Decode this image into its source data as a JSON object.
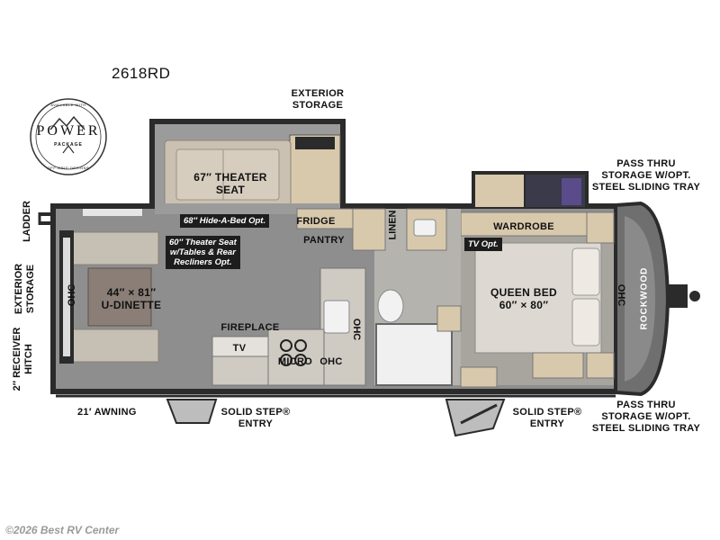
{
  "model": "2618RD",
  "logo": {
    "text": "POWER",
    "top_arc": "AVAILABLE WITH",
    "sub": "PACKAGE",
    "bottom_arc": "OFF-GRID OPTIONS"
  },
  "labels": {
    "exterior_storage_top": "EXTERIOR\nSTORAGE",
    "pass_thru_top": "PASS THRU\nSTORAGE W/OPT.\nSTEEL SLIDING TRAY",
    "pass_thru_bottom": "PASS THRU\nSTORAGE W/OPT.\nSTEEL SLIDING TRAY",
    "theater_seat": "67″ THEATER\nSEAT",
    "fridge": "FRIDGE",
    "pantry": "PANTRY",
    "linen": "LINEN",
    "wardrobe": "WARDROBE",
    "dinette": "44″ × 81″\nU-DINETTE",
    "ohc_left": "OHC",
    "ohc_kitchen": "OHC",
    "ohc_micro": "OHC",
    "ohc_right": "OHC",
    "queen_bed": "QUEEN BED\n60″ × 80″",
    "fireplace": "FIREPLACE",
    "tv": "TV",
    "micro": "MICRO",
    "awning": "21′ AWNING",
    "solid_step_1": "SOLID STEP®\nENTRY",
    "solid_step_2": "SOLID STEP®\nENTRY",
    "ladder": "LADDER",
    "exterior_storage_side": "EXTERIOR\nSTORAGE",
    "receiver_hitch": "2″ RECEIVER\nHITCH",
    "brand": "ROCKWOOD"
  },
  "option_tags": {
    "hide_a_bed": "68″ Hide-A-Bed Opt.",
    "theater_opt": "60″ Theater Seat\nw/Tables & Rear\nRecliners Opt.",
    "tv_opt": "TV Opt."
  },
  "watermark": "©2026 Best RV Center",
  "colors": {
    "floor": "#8f8f8f",
    "wood": "#d6c7ad",
    "fabric": "#c9bfb0",
    "wall": "#2b2b2b",
    "tag_bg": "#1d1d1d"
  }
}
